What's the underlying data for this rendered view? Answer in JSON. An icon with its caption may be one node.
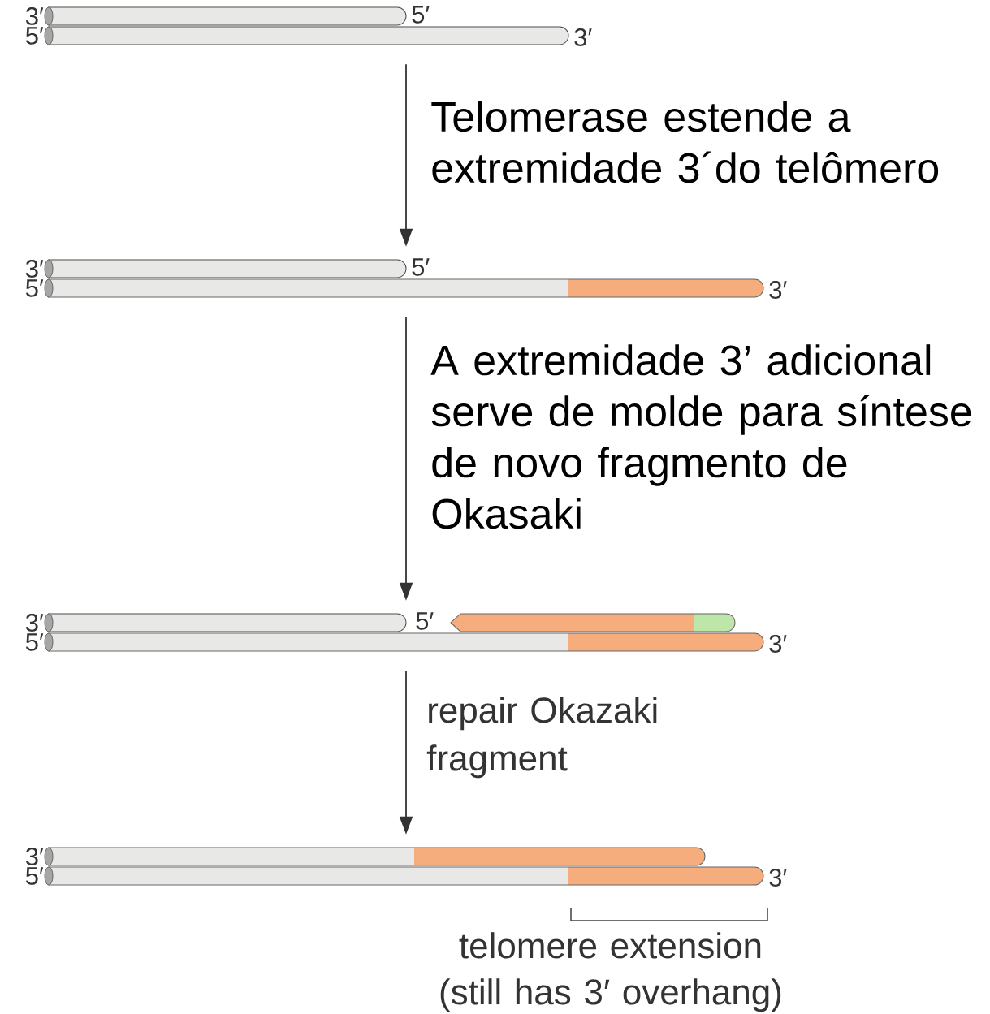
{
  "diagram": {
    "nodes": [
      {
        "text": [
          "3′",
          "5′",
          "5′",
          "3′"
        ]
      },
      {
        "text": [
          "3′",
          "5′",
          "5′",
          "3′"
        ]
      },
      {
        "text": [
          "3′",
          "5′",
          "5′",
          "3′"
        ]
      },
      {
        "text": [
          "3′",
          "5′",
          "3′"
        ]
      }
    ],
    "edges": [
      {
        "from": 0,
        "to": 1,
        "arrow": "to",
        "label": "Telomerase estende a extremidade 3´do telômero"
      },
      {
        "from": 1,
        "to": 2,
        "arrow": "to",
        "label": "A extremidade 3’ adicional serve de molde para síntese de novo fragmento de Okasaki"
      },
      {
        "from": 2,
        "to": 3,
        "arrow": "to",
        "label": "repair Okazaki fragment"
      }
    ],
    "labels": [
      "telomere extension (still has 3′ overhang)"
    ]
  }
}
